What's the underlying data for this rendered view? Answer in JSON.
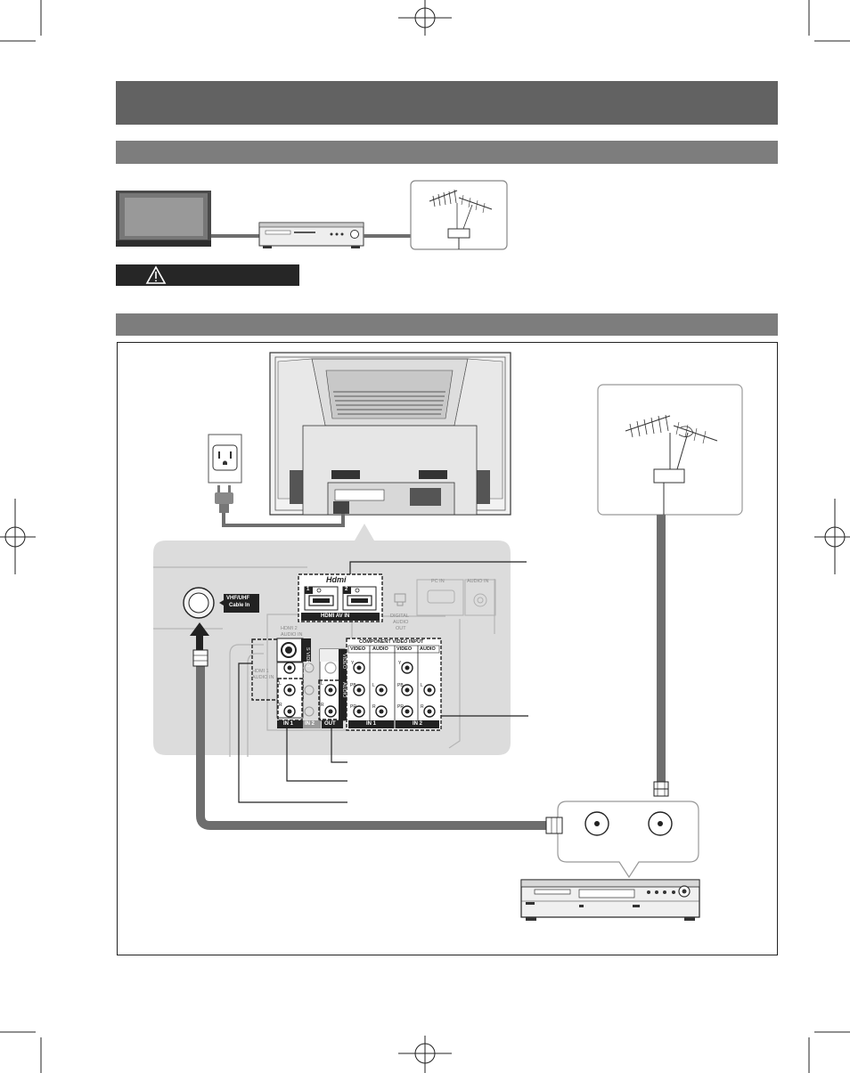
{
  "panel": {
    "hdmi_logo": "Hdmi",
    "hdmi_port_1": "1",
    "hdmi_port_2": "2",
    "hdmi_av_in": "HDMI AV IN",
    "vhf_uhf_line1": "VHF/UHF",
    "vhf_uhf_line2": "Cable In",
    "pc_in": "PC IN",
    "audio_in": "AUDIO IN",
    "digital_audio_out": [
      "DIGITAL",
      "AUDIO",
      "OUT"
    ],
    "hdmi2_audio_in": [
      "HDMI 2",
      "AUDIO IN"
    ],
    "hdmi1_audio_in": [
      "HDMI 1",
      "AUDIO IN"
    ],
    "s_video": "S VIDEO",
    "video": "VIDEO",
    "audio": "AUDIO",
    "component_video_input": "COMPONENT VIDEO INPUT",
    "comp_headers": [
      "VIDEO",
      "AUDIO",
      "VIDEO",
      "AUDIO"
    ],
    "y": "Y",
    "pb": "PB",
    "pr": "PR",
    "l": "L",
    "r": "R",
    "in1": "IN 1",
    "in2": "IN 2",
    "out": "OUT"
  },
  "colors": {
    "title_bar": "#626262",
    "section_bar": "#7d7d7d",
    "caution_bar": "#262626",
    "panel_bg": "#dcdcdc",
    "cable": "#6e6e6e"
  },
  "icons": {
    "warning": "warning-triangle-icon",
    "antenna": "antenna-icon",
    "outlet": "power-outlet-icon"
  }
}
